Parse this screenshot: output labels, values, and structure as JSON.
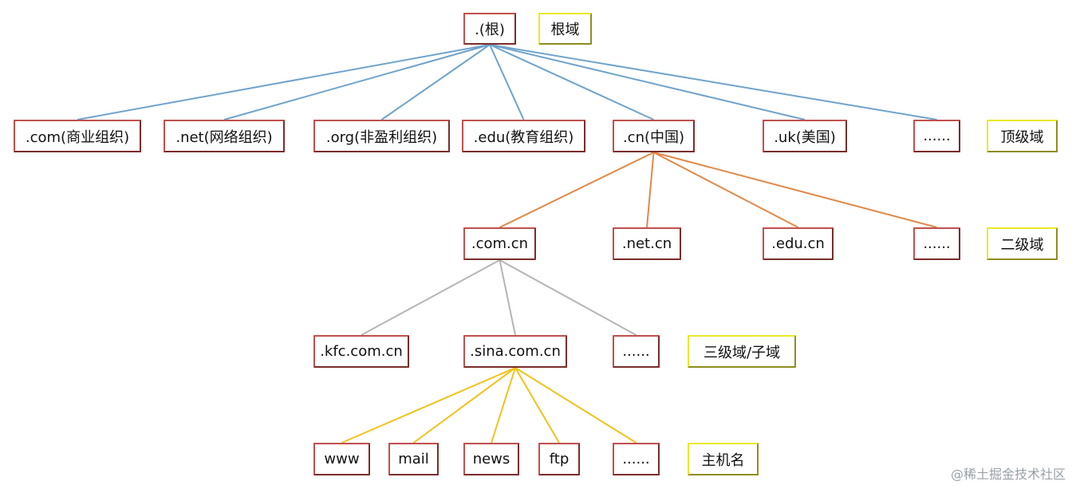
{
  "nodes": {
    "root": ".(根)",
    "com": ".com(商业组织)",
    "net": ".net(网络组织)",
    "org": ".org(非盈利组织)",
    "edu": ".edu(教育组织)",
    "cn": ".cn(中国)",
    "uk": ".uk(美国)",
    "tld_more": "......",
    "com_cn": ".com.cn",
    "net_cn": ".net.cn",
    "edu_cn": ".edu.cn",
    "sld_more": "......",
    "kfc": ".kfc.com.cn",
    "sina": ".sina.com.cn",
    "third_more": "......",
    "www": "www",
    "mail": "mail",
    "news": "news",
    "ftp": "ftp",
    "host_more": "......"
  },
  "levels": {
    "root": "根域",
    "top": "顶级域",
    "second": "二级域",
    "third": "三级域/子域",
    "host": "主机名"
  },
  "edges": [
    {
      "from": "root",
      "to": "com",
      "color": "#6fa3cc"
    },
    {
      "from": "root",
      "to": "net",
      "color": "#6fa3cc"
    },
    {
      "from": "root",
      "to": "org",
      "color": "#6fa3cc"
    },
    {
      "from": "root",
      "to": "edu",
      "color": "#6fa3cc"
    },
    {
      "from": "root",
      "to": "cn",
      "color": "#6fa3cc"
    },
    {
      "from": "root",
      "to": "uk",
      "color": "#6fa3cc"
    },
    {
      "from": "root",
      "to": "tld_more",
      "color": "#6fa3cc"
    },
    {
      "from": "cn",
      "to": "com_cn",
      "color": "#e0894a"
    },
    {
      "from": "cn",
      "to": "net_cn",
      "color": "#e0894a"
    },
    {
      "from": "cn",
      "to": "edu_cn",
      "color": "#e0894a"
    },
    {
      "from": "cn",
      "to": "sld_more",
      "color": "#e0894a"
    },
    {
      "from": "com_cn",
      "to": "kfc",
      "color": "#b5b5b5"
    },
    {
      "from": "com_cn",
      "to": "sina",
      "color": "#b5b5b5"
    },
    {
      "from": "com_cn",
      "to": "third_more",
      "color": "#b5b5b5"
    },
    {
      "from": "sina",
      "to": "www",
      "color": "#f2c21a"
    },
    {
      "from": "sina",
      "to": "mail",
      "color": "#f2c21a"
    },
    {
      "from": "sina",
      "to": "news",
      "color": "#f2c21a"
    },
    {
      "from": "sina",
      "to": "ftp",
      "color": "#f2c21a"
    },
    {
      "from": "sina",
      "to": "host_more",
      "color": "#f2c21a"
    }
  ],
  "watermark": "@稀土掘金技术社区"
}
